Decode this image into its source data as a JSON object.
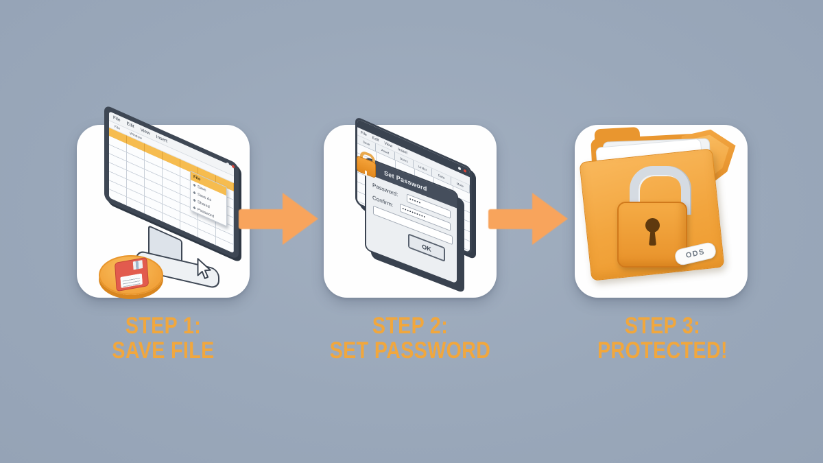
{
  "colors": {
    "background": "#9AA8BA",
    "card": "#FEFEFE",
    "arrow": "#F8A45C",
    "step_label": "#F1A73D",
    "dark_slate": "#3E4754",
    "orange": "#F2A23C"
  },
  "steps": [
    {
      "label_line1": "STEP 1:",
      "label_line2": "SAVE FILE",
      "monitor": {
        "menu": [
          "File",
          "Edit",
          "View",
          "Insert"
        ],
        "toolbar": [
          "File",
          "Window"
        ],
        "dropdown": {
          "header": "File",
          "items": [
            "Save",
            "Save As",
            "Shared",
            "Password"
          ]
        }
      }
    },
    {
      "label_line1": "STEP 2:",
      "label_line2": "SET PASSWORD",
      "window": {
        "menu": [
          "File",
          "Edit",
          "View",
          "Insert"
        ],
        "headers": [
          "Save",
          "Asset",
          "Users",
          "Under",
          "Data",
          "More"
        ]
      },
      "dialog": {
        "title": "Set Password",
        "password_label": "Password:",
        "password_value": "•••••",
        "confirm_label": "Confirm:",
        "confirm_value": "••••••••••",
        "ok_label": "OK"
      }
    },
    {
      "label_line1": "STEP 3:",
      "label_line2": "PROTECTED!",
      "badge": "ODS"
    }
  ]
}
